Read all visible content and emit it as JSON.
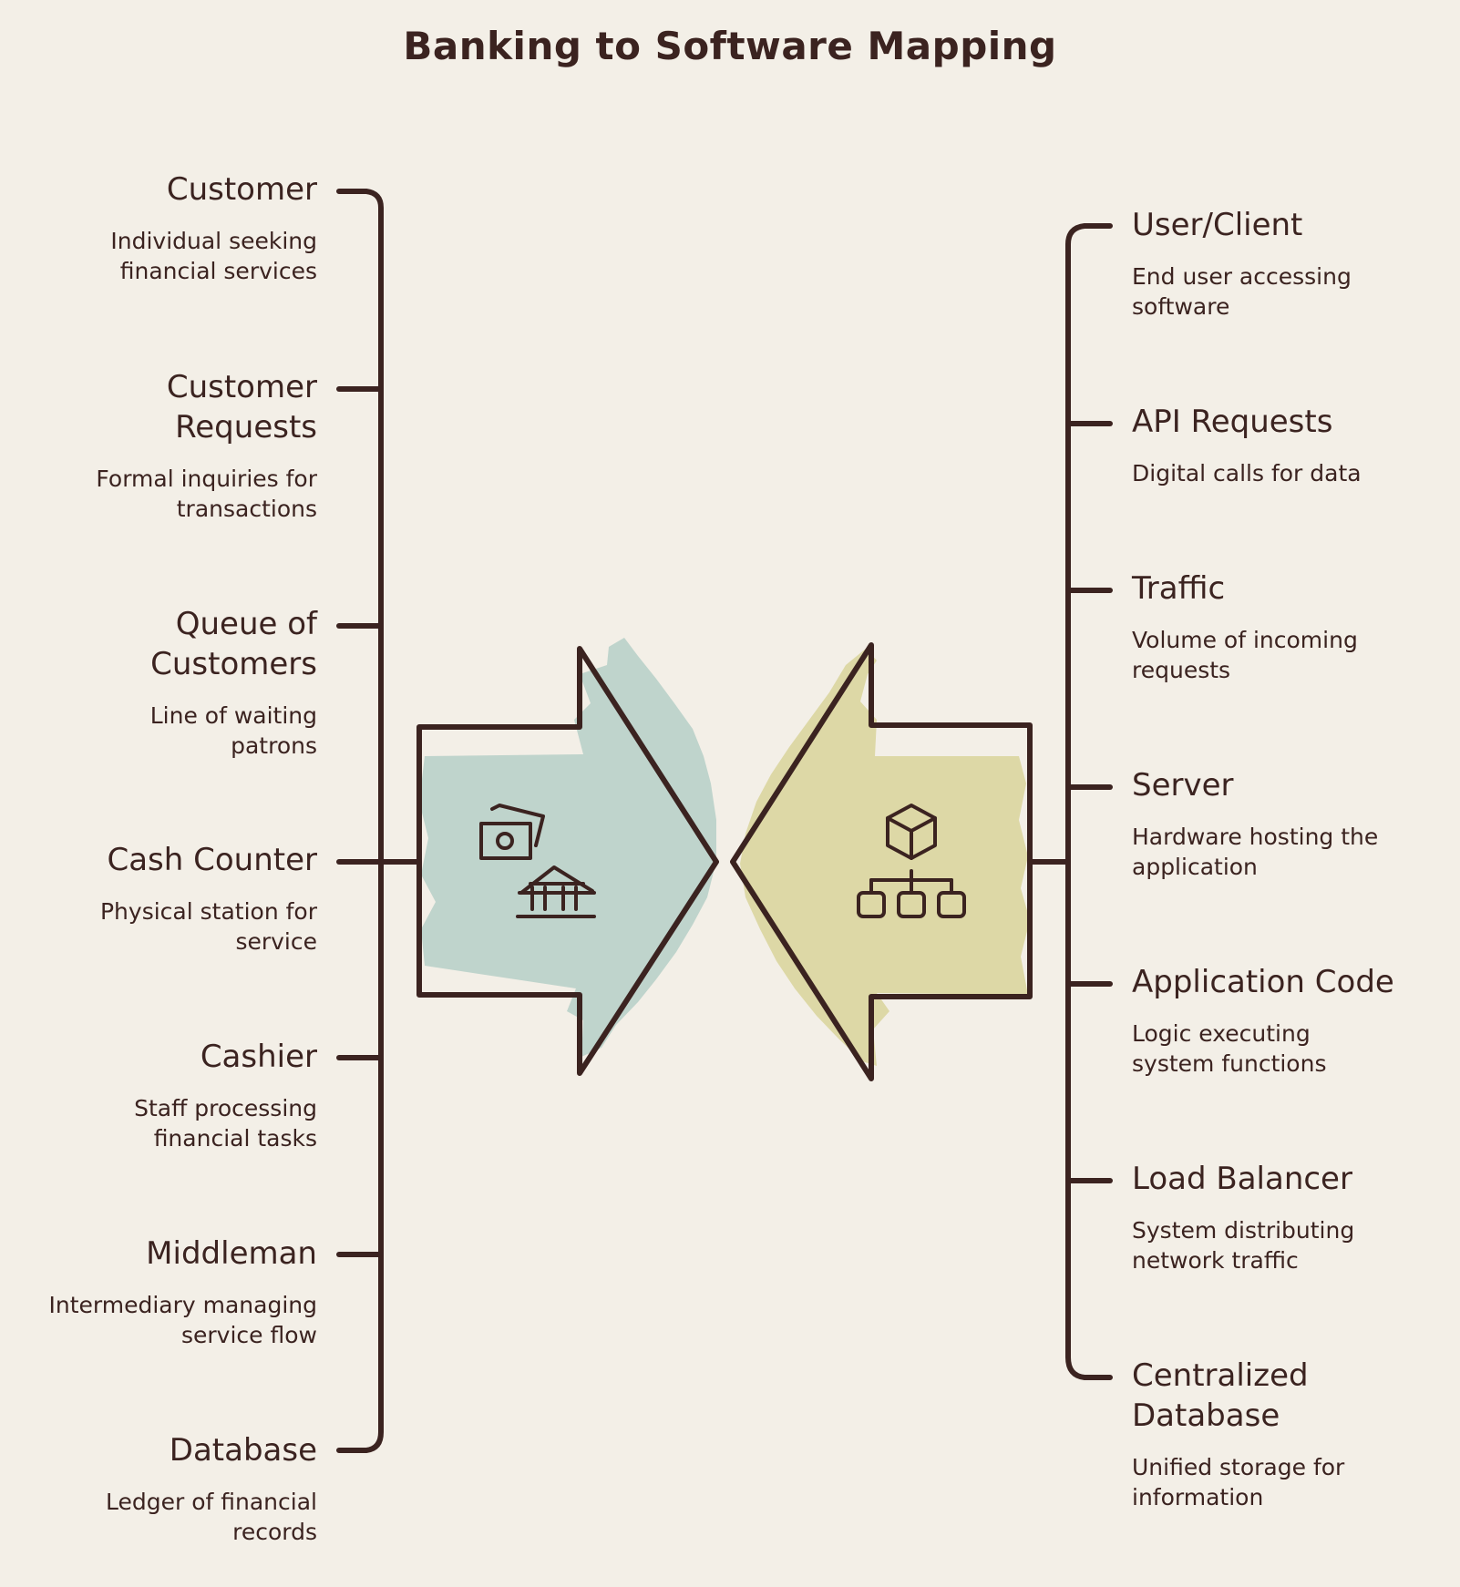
{
  "title": "Banking to Software Mapping",
  "colors": {
    "background": "#f3efe7",
    "ink": "#3b2320",
    "left_arrow_fill": "#bfd4cc",
    "right_arrow_fill": "#ddd8a6"
  },
  "left": {
    "icon": "bank-money-icon",
    "items": [
      {
        "label": "Customer",
        "desc": "Individual seeking financial services"
      },
      {
        "label": "Customer Requests",
        "desc": "Formal inquiries for transactions"
      },
      {
        "label": "Queue of Customers",
        "desc": "Line of waiting patrons"
      },
      {
        "label": "Cash Counter",
        "desc": "Physical station for service"
      },
      {
        "label": "Cashier",
        "desc": "Staff processing financial tasks"
      },
      {
        "label": "Middleman",
        "desc": "Intermediary managing service flow"
      },
      {
        "label": "Database",
        "desc": "Ledger of financial records"
      }
    ]
  },
  "right": {
    "icon": "cube-hierarchy-icon",
    "items": [
      {
        "label": "User/Client",
        "desc": "End user accessing software"
      },
      {
        "label": "API Requests",
        "desc": "Digital calls for data"
      },
      {
        "label": "Traffic",
        "desc": "Volume of incoming requests"
      },
      {
        "label": "Server",
        "desc": "Hardware hosting the application"
      },
      {
        "label": "Application Code",
        "desc": "Logic executing system functions"
      },
      {
        "label": "Load Balancer",
        "desc": "System distributing network traffic"
      },
      {
        "label": "Centralized Database",
        "desc": "Unified storage for information"
      }
    ]
  }
}
